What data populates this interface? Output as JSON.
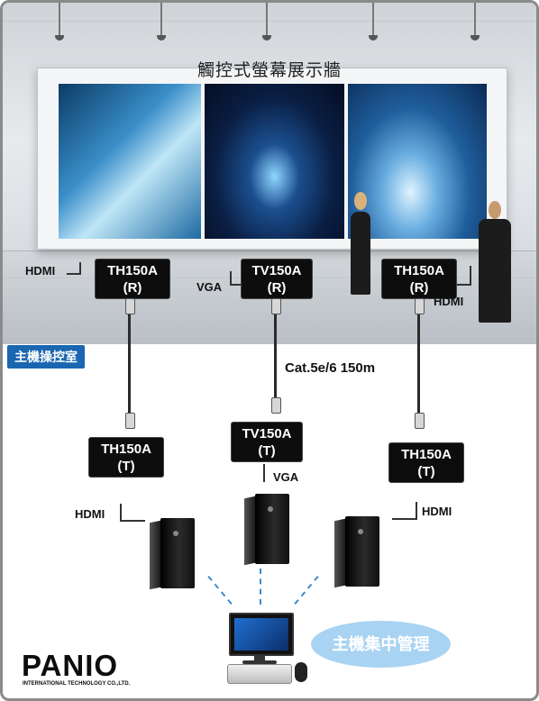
{
  "wall_title": "觸控式螢幕展示牆",
  "section_tag": "主機操控室",
  "cable_label": "Cat.5e/6 150m",
  "management_label": "主機集中管理",
  "logo": {
    "name": "PANIO",
    "subtitle": "INTERNATIONAL TECHNOLOGY CO.,LTD."
  },
  "receivers": [
    {
      "model": "TH150A",
      "role": "(R)",
      "port": "HDMI"
    },
    {
      "model": "TV150A",
      "role": "(R)",
      "port": "VGA"
    },
    {
      "model": "TH150A",
      "role": "(R)",
      "port": "HDMI"
    }
  ],
  "transmitters": [
    {
      "model": "TH150A",
      "role": "(T)",
      "port": "HDMI"
    },
    {
      "model": "TV150A",
      "role": "(T)",
      "port": "VGA"
    },
    {
      "model": "TH150A",
      "role": "(T)",
      "port": "HDMI"
    }
  ],
  "colors": {
    "tag_blue": "#1a66b0",
    "device_black": "#0d0d0d",
    "bubble_blue": "#a9d3f2"
  }
}
